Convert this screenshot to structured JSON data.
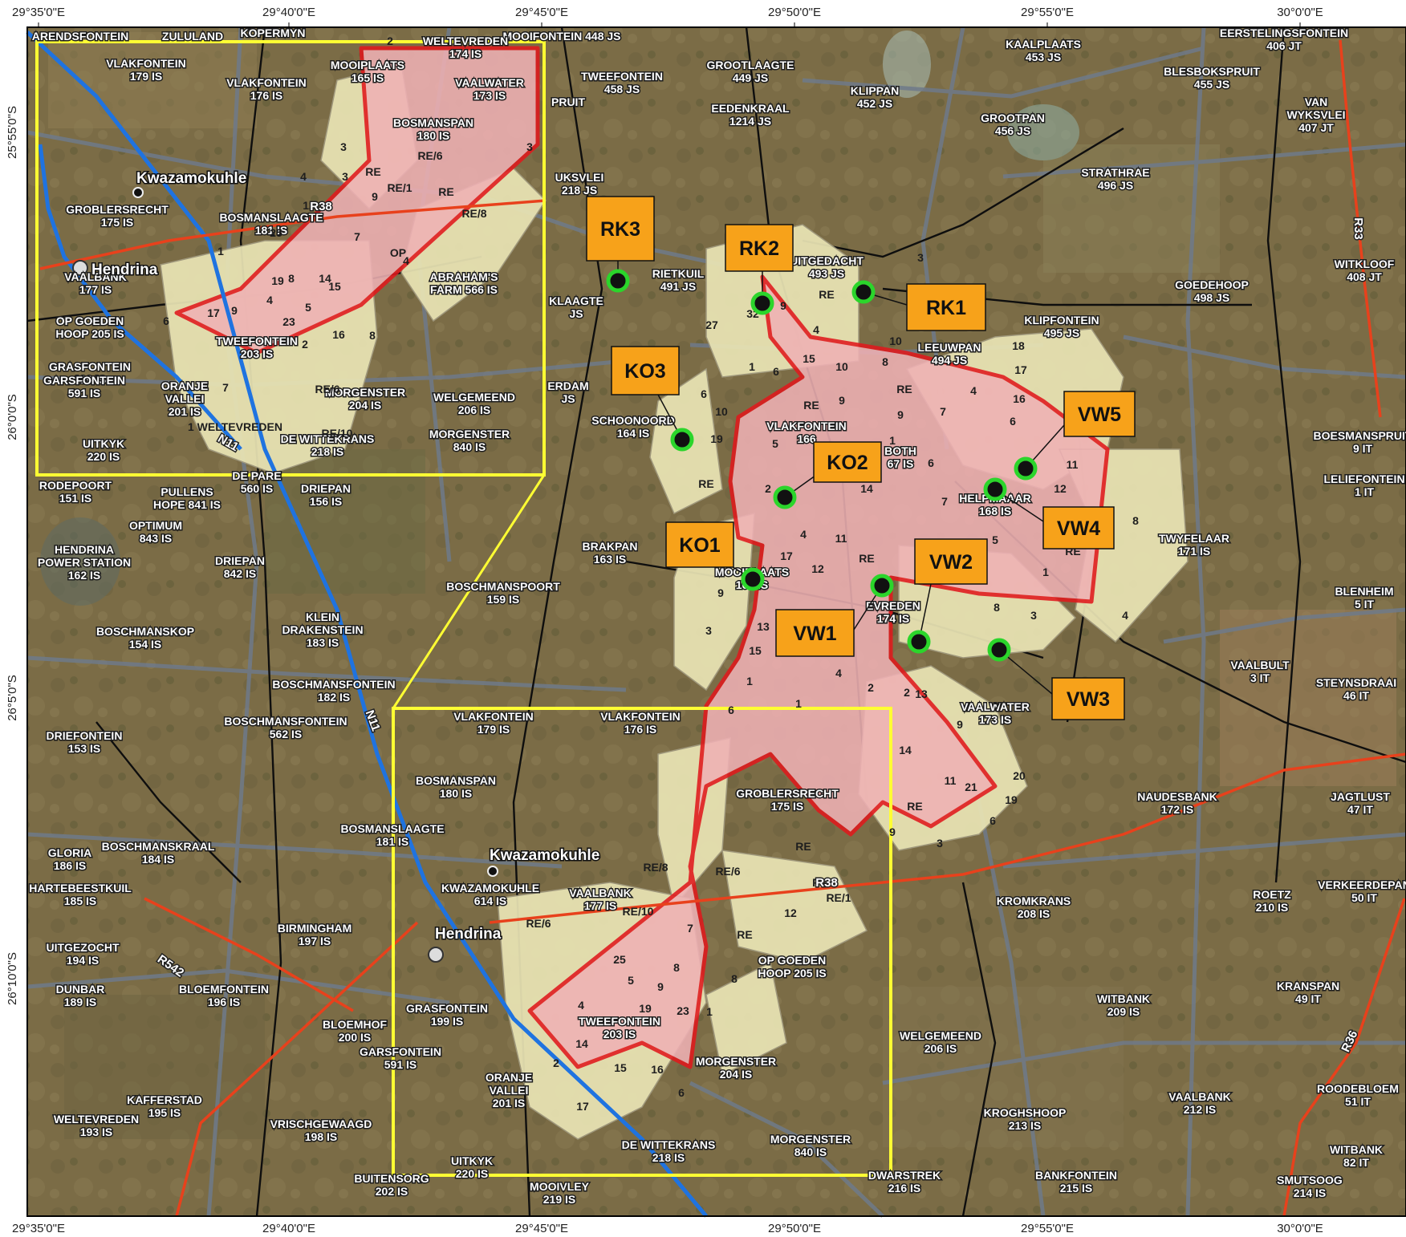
{
  "map": {
    "colors": {
      "satellite_base": "#7a6a45",
      "project_parcels": "#e9e4b4",
      "focus_area": "#efb1b4",
      "focus_outline": "#e0191d",
      "inset_outline": "#ffff33",
      "callout_fill": "#f7a21a",
      "national_road": "#1f73e0",
      "regional_road": "#e8411c",
      "farm_boundary": "#6f7a8a",
      "marker_ring": "#2bd52b"
    },
    "coordinates": {
      "top": [
        "29°35'0\"E",
        "29°40'0\"E",
        "29°45'0\"E",
        "29°50'0\"E",
        "29°55'0\"E",
        "30°0'0\"E"
      ],
      "bottom": [
        "29°35'0\"E",
        "29°40'0\"E",
        "29°45'0\"E",
        "29°50'0\"E",
        "29°55'0\"E",
        "30°0'0\"E"
      ],
      "left": [
        "25°55'0\"S",
        "26°0'0\"S",
        "26°5'0\"S",
        "26°10'0\"S"
      ]
    },
    "towns": [
      {
        "name": "Hendrina",
        "icon": "town-circle-icon"
      },
      {
        "name": "Kwazamokuhle",
        "icon": "town-dot-icon"
      }
    ],
    "inset_towns": [
      "Hendrina",
      "Kwazamokuhle"
    ],
    "roads": [
      "N11",
      "R38",
      "R33",
      "R542",
      "R36"
    ],
    "inset_roads": [
      "N11",
      "R38"
    ],
    "callouts": [
      "RK3",
      "RK2",
      "RK1",
      "KO3",
      "KO2",
      "KO1",
      "VW1",
      "VW2",
      "VW3",
      "VW4",
      "VW5"
    ],
    "farm_labels": [
      "ARENDSFONTEIN",
      "ZULULAND",
      "KOPERMYN",
      "MOOIFONTEIN 448 JS",
      "TWEEFONTEIN|458 JS",
      "GROOTLAAGTE|449 JS",
      "EEDENKRAAL|1214 JS",
      "KLIPPAN|452 JS",
      "KAALPLAATS|453 JS",
      "EERSTELINGSFONTEIN|406 JT",
      "BLESBOKSPRUIT|455 JS",
      "VAN|WYKSVLEI|407 JT",
      "GROOTPAN|456 JS",
      "STRATHRAE|496 JS",
      "PRUIT",
      "UKSVLEI|218 JS",
      "RIETKUIL|491 JS",
      "UITGEDACHT|493 JS",
      "LEEUWPAN|494 JS",
      "KLIPFONTEIN|495 JS",
      "GOEDEHOOP|498 JS",
      "WITKLOOF|408 JT",
      "KLAAGTE|JS",
      "ERDAM|JS",
      "SCHOONOORD|164 IS",
      "VLAKFONTEIN|166",
      "BOTH|67 IS",
      "HELPMAAAR|168 IS",
      "TWYFELAAR|171 IS",
      "BOESMANSPRUIT|9 IT",
      "LELIEFONTEIN|1 IT",
      "BRAKPAN|163 IS",
      "MOOIPLAATS|165 IS",
      "EVREDEN|174 IS",
      "BLENHEIM|5 IT",
      "VAALBULT|3 IT",
      "STEYNSDRAAI|46 IT",
      "VAALWATER|173 IS",
      "NAUDESBANK|172 IS",
      "JAGTLUST|47 IT",
      "GROBLERSRECHT|175 IS",
      "OP GOEDEN|HOOP 205 IS",
      "KROMKRANS|208 IS",
      "ROETZ|210 IS",
      "VERKEERDEPAN|50 IT",
      "WITBANK|209 IS",
      "KRANSPAN|49 IT",
      "WELGEMEEND|206 IS",
      "MORGENSTER|204 IS",
      "TWEEFONTEIN|203 IS",
      "VAALBANK|212 IS",
      "ROODEBLOEM|51 IT",
      "KROGHSHOOP|213 IS",
      "MORGENSTER|840 IS",
      "DE WITTEKRANS|218 IS",
      "UITKYK|220 IS",
      "MOOIVLEY|219 IS",
      "BUITENSORG|202 IS",
      "DWARSTREK|216 IS",
      "BANKFONTEIN|215 IS",
      "SMUTSOOG|214 IS",
      "WITBANK|82 IT",
      "ORANJE|VALLEI|201 IS",
      "GARSFONTEIN|591 IS",
      "GRASFONTEIN|199 IS",
      "BLOEMHOF|200 IS",
      "VAALBANK|177 IS",
      "KWAZAMOKUHLE|614 IS",
      "BOSMANSLAAGTE|181 IS",
      "BOSMANSPAN|180 IS",
      "VLAKFONTEIN|179 IS",
      "VLAKFONTEIN|176 IS",
      "BOSCHMANSFONTEIN|182 IS",
      "BOSCHMANSFONTEIN|562 IS",
      "KLEIN|DRAKENSTEIN|183 IS",
      "BOSCHMANSPOORT|159 IS",
      "BOSCHMANSKOP|154 IS",
      "DRIEFONTEIN|153 IS",
      "GLORIA|186 IS",
      "BOSCHMANSKRAAL|184 IS",
      "HARTEBEESTKUIL|185 IS",
      "BIRMINGHAM|197 IS",
      "UITGEZOCHT|194 IS",
      "DUNBAR|189 IS",
      "BLOEMFONTEIN|196 IS",
      "KAFFERSTAD|195 IS",
      "WELTEVREDEN|193 IS",
      "VRISCHGEWAAGD|198 IS",
      "RODEPOORT|151 IS",
      "PULLENS|HOPE 841 IS",
      "DE PARE|560 IS",
      "DRIEPAN|156 IS",
      "OPTIMUM|843 IS",
      "DRIEPAN|842 IS",
      "HENDRINA|POWER STATION|162 IS",
      "VLAKFONTEIN|179 IS",
      "VLAKFONTEIN|176 IS",
      "MOOIPLAATS|165 IS",
      "WELTEVREDEN|174 IS",
      "VAALWATER|173 IS",
      "BOSMANSPAN|180 IS",
      "GROBLERSRECHT|175 IS",
      "BOSMANSLAAGTE|181 IS",
      "VAALBANK|177 IS",
      "ABRAHAM'S|FARM 566 IS",
      "OP GOEDEN|HOOP 205 IS",
      "GRASFONTEIN|199 IS",
      "TWEEFONTEIN|203 IS",
      "GARSFONTEIN|591 IS",
      "ORANJE|VALLEI|201 IS",
      "MORGENSTER|204 IS",
      "WELGEMEEND|206 IS",
      "UITKYK|220 IS",
      "DE WITTEKRANS|218 IS",
      "MORGENSTER|840 IS"
    ],
    "parcel_labels": [
      "32",
      "9",
      "27",
      "4",
      "15",
      "10",
      "10",
      "8",
      "RE",
      "18",
      "17",
      "16",
      "6",
      "3",
      "6",
      "1",
      "6",
      "10",
      "9",
      "19",
      "RE",
      "9",
      "7",
      "1",
      "RE",
      "4",
      "6",
      "12",
      "11",
      "5",
      "2",
      "RE",
      "14",
      "7",
      "4",
      "11",
      "17",
      "12",
      "RE",
      "5",
      "8",
      "1",
      "RE",
      "8",
      "9",
      "3",
      "13",
      "15",
      "1",
      "2",
      "4",
      "3",
      "4",
      "2",
      "7",
      "1",
      "6",
      "13",
      "9",
      "14",
      "11",
      "21",
      "20",
      "19",
      "6",
      "RE",
      "9",
      "3",
      "RE",
      "RE/8",
      "RE/6",
      "R38",
      "RE/1",
      "12",
      "RE",
      "7",
      "8",
      "25",
      "5",
      "9",
      "19",
      "23",
      "1",
      "4",
      "14",
      "15",
      "16",
      "6",
      "2",
      "17",
      "8",
      "RE/10",
      "RE/6",
      "3",
      "4",
      "3",
      "RE",
      "RE/8",
      "RE/6",
      "RE/1",
      "12",
      "RE",
      "OP",
      "7",
      "25",
      "8",
      "5",
      "9",
      "4",
      "19",
      "23",
      "1",
      "14",
      "15",
      "16",
      "2",
      "17",
      "6",
      "8",
      "RE/6",
      "RE/10",
      "1 WELTEVREDEN",
      "7",
      "4",
      "3",
      "2",
      "9"
    ]
  }
}
